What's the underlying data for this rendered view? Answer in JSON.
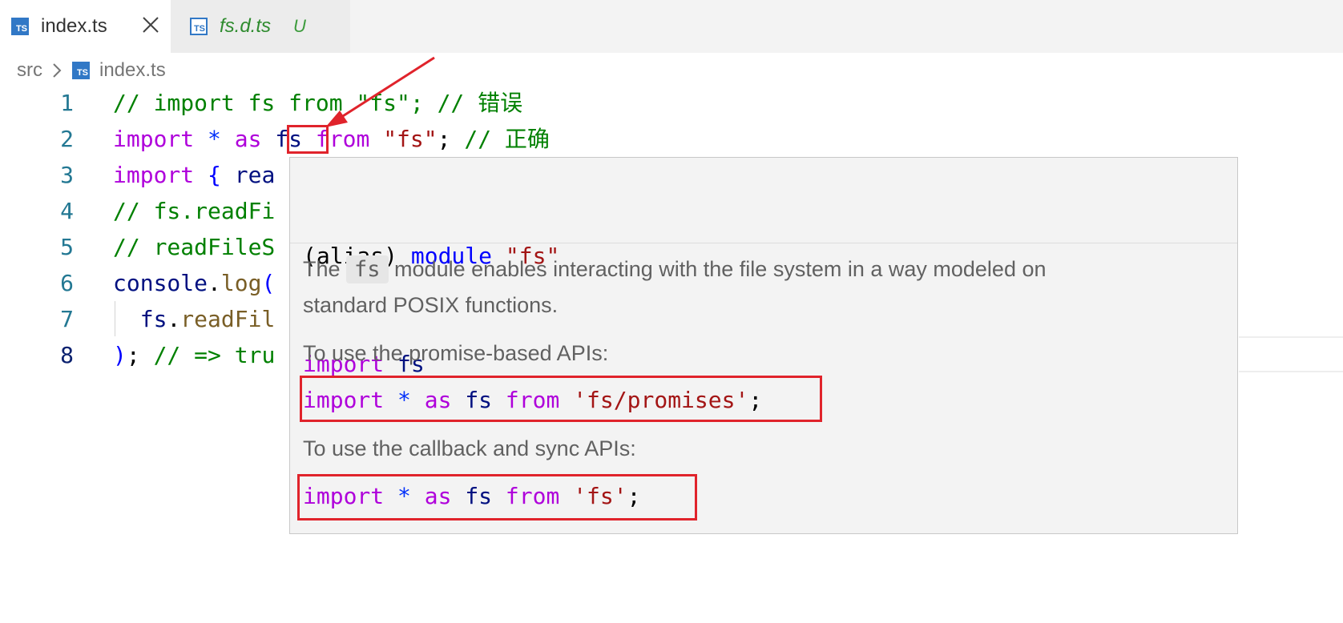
{
  "tabs": [
    {
      "label": "index.ts",
      "icon": "typescript-file-icon",
      "active": true
    },
    {
      "label": "fs.d.ts",
      "icon": "typescript-definition-file-icon",
      "status": "U"
    }
  ],
  "breadcrumb": {
    "folder": "src",
    "file": "index.ts"
  },
  "lines": [
    {
      "num": "1",
      "tokens": [
        {
          "t": "// import fs from \"fs\"; // 错误",
          "c": "c"
        }
      ]
    },
    {
      "num": "2",
      "tokens": [
        {
          "t": "import",
          "c": "k"
        },
        {
          "t": " ",
          "c": "p"
        },
        {
          "t": "*",
          "c": "b"
        },
        {
          "t": " ",
          "c": "p"
        },
        {
          "t": "as",
          "c": "k"
        },
        {
          "t": " ",
          "c": "p"
        },
        {
          "t": "fs",
          "c": "v"
        },
        {
          "t": " ",
          "c": "p"
        },
        {
          "t": "from",
          "c": "k"
        },
        {
          "t": " ",
          "c": "p"
        },
        {
          "t": "\"fs\"",
          "c": "s"
        },
        {
          "t": "; ",
          "c": "p"
        },
        {
          "t": "// 正确",
          "c": "c"
        }
      ]
    },
    {
      "num": "3",
      "tokens": [
        {
          "t": "import",
          "c": "k"
        },
        {
          "t": " ",
          "c": "p"
        },
        {
          "t": "{",
          "c": "b2"
        },
        {
          "t": " rea",
          "c": "v"
        }
      ]
    },
    {
      "num": "4",
      "tokens": [
        {
          "t": "// fs.readFi",
          "c": "c"
        }
      ]
    },
    {
      "num": "5",
      "tokens": [
        {
          "t": "// readFileS",
          "c": "c"
        }
      ]
    },
    {
      "num": "6",
      "tokens": [
        {
          "t": "console",
          "c": "v"
        },
        {
          "t": ".",
          "c": "p"
        },
        {
          "t": "log",
          "c": "fn"
        },
        {
          "t": "(",
          "c": "b2"
        }
      ]
    },
    {
      "num": "7",
      "tokens": [
        {
          "t": "  fs",
          "c": "v"
        },
        {
          "t": ".",
          "c": "p"
        },
        {
          "t": "readFil",
          "c": "fn"
        }
      ]
    },
    {
      "num": "8",
      "tokens": [
        {
          "t": ")",
          "c": "b2"
        },
        {
          "t": "; ",
          "c": "p"
        },
        {
          "t": "// => tru",
          "c": "c"
        }
      ]
    }
  ],
  "hover": {
    "sig_line1": [
      {
        "t": "(alias) ",
        "c": "p"
      },
      {
        "t": "module",
        "c": "b2"
      },
      {
        "t": " ",
        "c": "p"
      },
      {
        "t": "\"fs\"",
        "c": "s"
      }
    ],
    "sig_line2": [
      {
        "t": "import",
        "c": "k"
      },
      {
        "t": " ",
        "c": "p"
      },
      {
        "t": "fs",
        "c": "v"
      }
    ],
    "doc_before": "The ",
    "doc_code": "fs",
    "doc_after": " module enables interacting with the file system in a way modeled on",
    "doc_line2": "standard POSIX functions.",
    "promise_heading": "To use the promise-based APIs:",
    "promise_snippet": [
      {
        "t": "import",
        "c": "k"
      },
      {
        "t": " ",
        "c": "p"
      },
      {
        "t": "*",
        "c": "b"
      },
      {
        "t": " ",
        "c": "p"
      },
      {
        "t": "as",
        "c": "k"
      },
      {
        "t": " ",
        "c": "p"
      },
      {
        "t": "fs",
        "c": "v"
      },
      {
        "t": " ",
        "c": "p"
      },
      {
        "t": "from",
        "c": "k"
      },
      {
        "t": " ",
        "c": "p"
      },
      {
        "t": "'fs/promises'",
        "c": "s"
      },
      {
        "t": ";",
        "c": "p"
      }
    ],
    "callback_heading": "To use the callback and sync APIs:",
    "callback_snippet": [
      {
        "t": "import",
        "c": "k"
      },
      {
        "t": " ",
        "c": "p"
      },
      {
        "t": "*",
        "c": "b"
      },
      {
        "t": " ",
        "c": "p"
      },
      {
        "t": "as",
        "c": "k"
      },
      {
        "t": " ",
        "c": "p"
      },
      {
        "t": "fs",
        "c": "v"
      },
      {
        "t": " ",
        "c": "p"
      },
      {
        "t": "from",
        "c": "k"
      },
      {
        "t": " ",
        "c": "p"
      },
      {
        "t": "'fs'",
        "c": "s"
      },
      {
        "t": ";",
        "c": "p"
      }
    ]
  },
  "colors": {
    "annotation_red": "#e0232b",
    "comment": "#008000",
    "keyword": "#af00db",
    "string": "#a31515",
    "variable": "#001080",
    "line_number": "#237893"
  }
}
